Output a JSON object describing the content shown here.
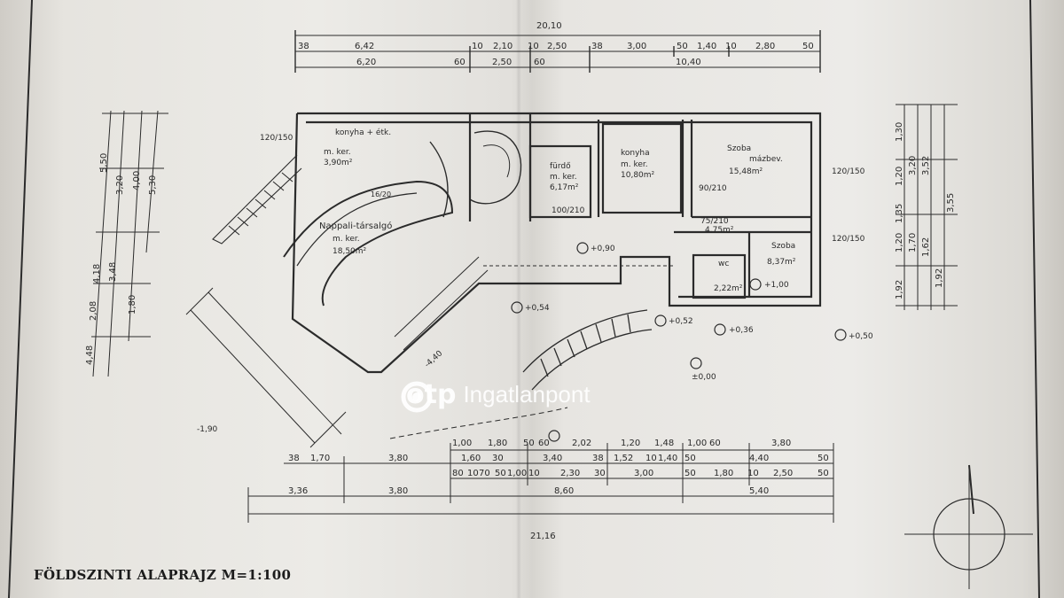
{
  "drawing": {
    "title": "FÖLDSZINTI ALAPRAJZ  M=1:100",
    "watermark": {
      "brand": "otp",
      "suffix": "Ingatlanpont"
    }
  },
  "rooms": [
    {
      "id": "konyha-etk",
      "name": "konyha + étk.",
      "floor": "m. ker.",
      "area": "3,90m²"
    },
    {
      "id": "nappali",
      "name": "Nappali-társalgó",
      "floor": "m. ker.",
      "area": "18,50m²"
    },
    {
      "id": "furdo",
      "name": "fürdő",
      "floor": "m. ker.",
      "area": "6,17m²"
    },
    {
      "id": "konyha",
      "name": "konyha",
      "floor": "m. ker.",
      "area": "10,80m²"
    },
    {
      "id": "szoba1",
      "name": "Szoba",
      "floor": "mázbev.",
      "area": "15,48m²"
    },
    {
      "id": "szoba2",
      "name": "Szoba",
      "floor": "",
      "area": "8,37m²"
    },
    {
      "id": "wc",
      "name": "wc",
      "floor": "",
      "area": "2,22m²"
    },
    {
      "id": "eloter",
      "name": "",
      "floor": "",
      "area": "4,75m²"
    }
  ],
  "dimensions": {
    "top_total": "20,10",
    "top_row1": [
      "38",
      "6,42",
      "10",
      "2,10",
      "10",
      "2,50",
      "38",
      "3,00",
      "50",
      "1,40",
      "10",
      "2,80",
      "50"
    ],
    "top_row2": [
      "6,20",
      "60",
      "2,50",
      "60",
      "10,40"
    ],
    "bottom_total": "21,16",
    "bottom_row1": [
      "1,00",
      "1,80",
      "50",
      "60",
      "2,02",
      "1,20",
      "1,48",
      "1,00",
      "60",
      "3,80"
    ],
    "bottom_row2": [
      "38",
      "1,70",
      "3,80",
      "1,60",
      "30",
      "3,40",
      "38",
      "1,52",
      "10",
      "1,40",
      "50",
      "4,40",
      "50"
    ],
    "bottom_row3": [
      "80",
      "10",
      "70",
      "50",
      "1,00",
      "10",
      "2,30",
      "30",
      "3,00",
      "50",
      "1,80",
      "10",
      "2,50",
      "50"
    ],
    "bottom_row4": [
      "3,36",
      "3,80",
      "8,60",
      "5,40"
    ],
    "left_stack": [
      "5,50",
      "3,20",
      "4,00",
      "5,30",
      "4,18",
      "3,48",
      "2,08",
      "1,80",
      "4,48"
    ],
    "right_stack": [
      "1,30",
      "3,20",
      "1,20",
      "1,35",
      "3,52",
      "3,55",
      "1,20",
      "1,70",
      "1,92",
      "1,62",
      "1,92"
    ]
  },
  "levels": [
    "+0,90",
    "+1,00",
    "+0,54",
    "+0,52",
    "+0,36",
    "+0,50",
    "±0,00",
    "-1,90",
    "-4,40"
  ],
  "stairs": {
    "label": "16/20"
  },
  "windows": [
    "120/150",
    "120/150",
    "120/150",
    "90/210",
    "100/210",
    "75/210"
  ]
}
